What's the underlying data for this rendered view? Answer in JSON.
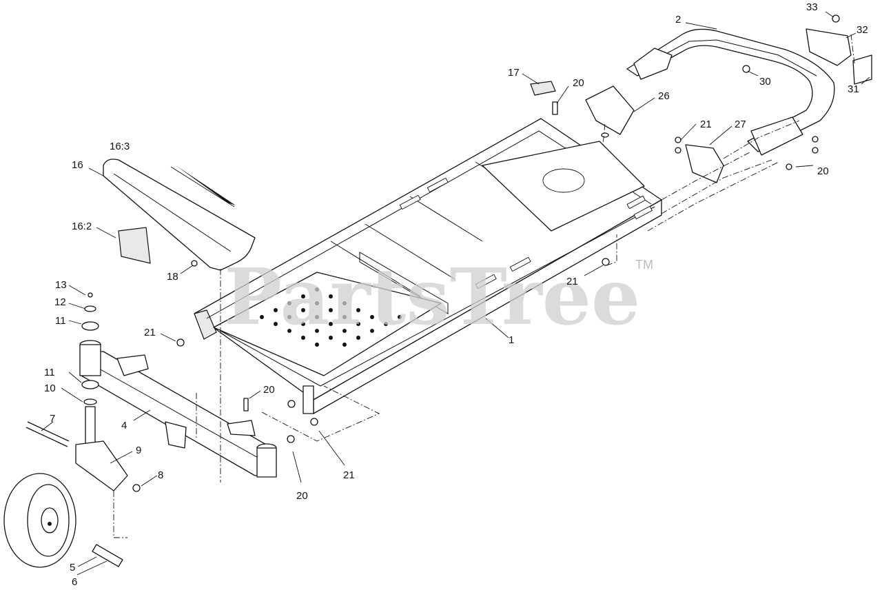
{
  "watermark": {
    "brand": "PartsTree",
    "trademark": "TM"
  },
  "callouts": {
    "c1": "1",
    "c2": "2",
    "c4": "4",
    "c5": "5",
    "c6": "6",
    "c7": "7",
    "c8": "8",
    "c9": "9",
    "c10": "10",
    "c11a": "11",
    "c11b": "11",
    "c12": "12",
    "c13": "13",
    "c16": "16",
    "c16_2": "16:2",
    "c16_3": "16:3",
    "c17": "17",
    "c18": "18",
    "c20a": "20",
    "c20b": "20",
    "c20c": "20",
    "c20d": "20",
    "c21a": "21",
    "c21b": "21",
    "c21c": "21",
    "c21d": "21",
    "c26": "26",
    "c27": "27",
    "c30": "30",
    "c31": "31",
    "c32": "32",
    "c33": "33"
  }
}
